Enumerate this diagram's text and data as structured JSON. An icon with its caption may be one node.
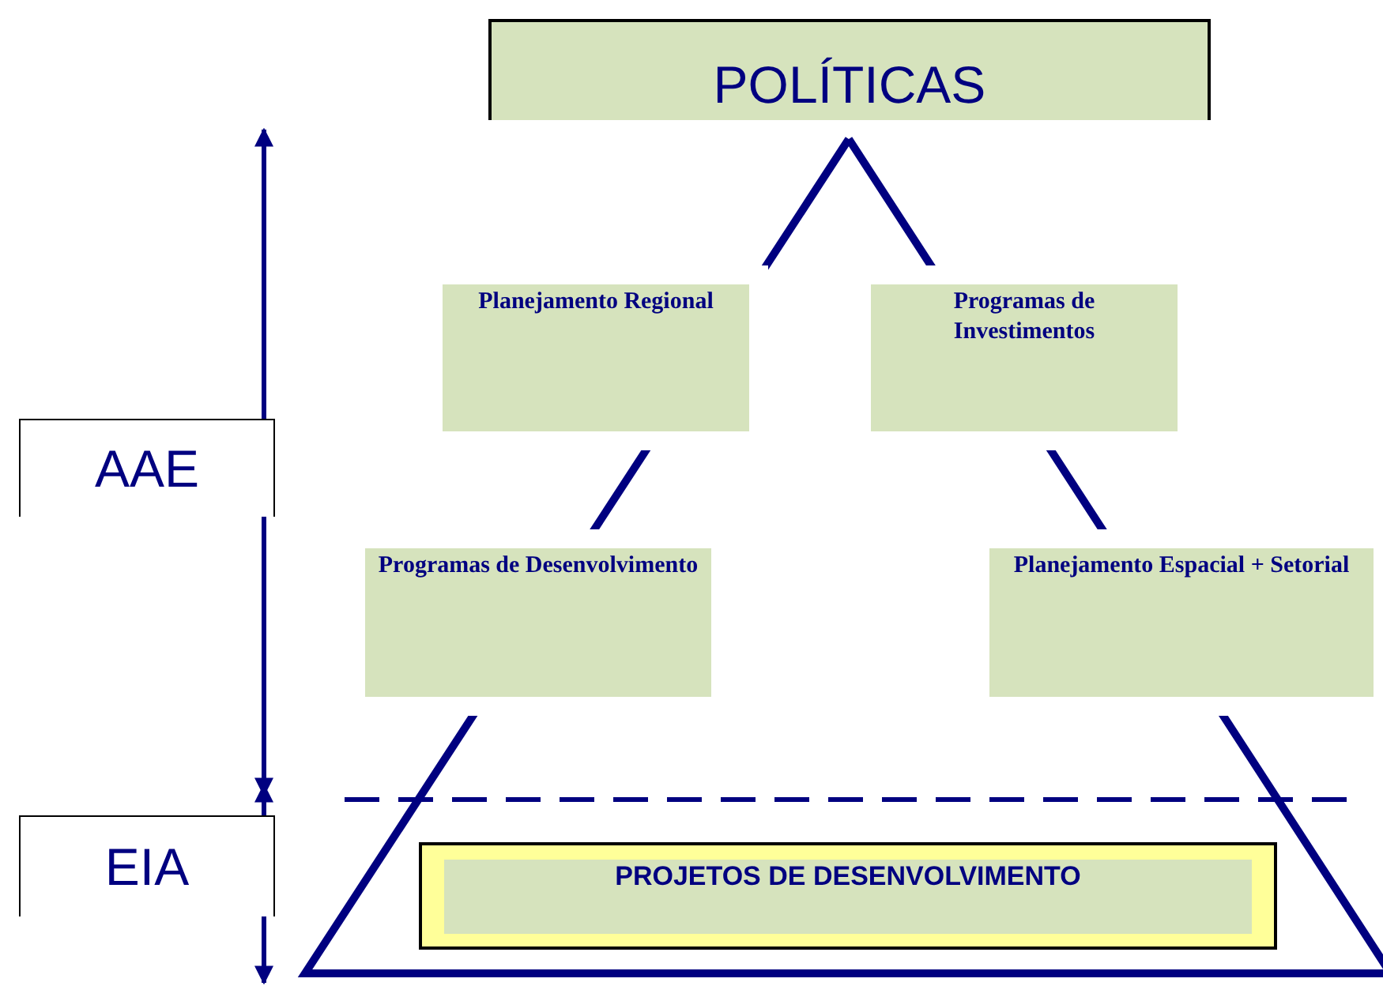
{
  "diagram": {
    "nodes": [
      {
        "text": [
          "POLÍTICAS"
        ]
      },
      {
        "text": [
          "Planejamento Regional"
        ]
      },
      {
        "text": [
          "Programas de Investimentos"
        ]
      },
      {
        "text": [
          "Programas de Desenvolvimento"
        ]
      },
      {
        "text": [
          "Planejamento Espacial + Setorial"
        ]
      },
      {
        "text": [
          "PROJETOS DE DESENVOLVIMENTO"
        ]
      },
      {
        "text": [
          "AAE"
        ]
      },
      {
        "text": [
          "EIA"
        ]
      }
    ]
  }
}
